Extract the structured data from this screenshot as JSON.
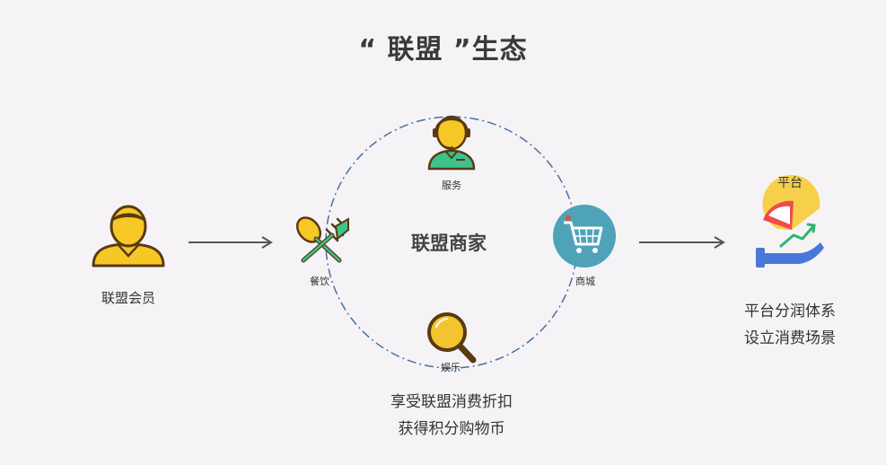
{
  "title": "“ 联盟 ”生态",
  "center": {
    "label": "联盟商家"
  },
  "member": {
    "label": "联盟会员"
  },
  "nodes": {
    "service": "服务",
    "dining": "餐饮",
    "mall": "商城",
    "entertainment": "娱乐"
  },
  "platform": {
    "title": "平台",
    "line1": "平台分润体系",
    "line2": "设立消费场景"
  },
  "benefits": {
    "line1": "享受联盟消费折扣",
    "line2": "获得积分购物币"
  },
  "colors": {
    "arrow": "#555555",
    "dashed_circle": "#4a6fa5",
    "user_yellow": "#f6c825",
    "icon_outline": "#5a3a12",
    "service_green": "#3cc38d",
    "mall_circle": "#4ea3b8",
    "search_yellow": "#f2c530",
    "platform_red": "#f04a4a",
    "platform_yellow": "#f6d04a",
    "platform_blue": "#4a78d8",
    "platform_green": "#2fb46e"
  }
}
